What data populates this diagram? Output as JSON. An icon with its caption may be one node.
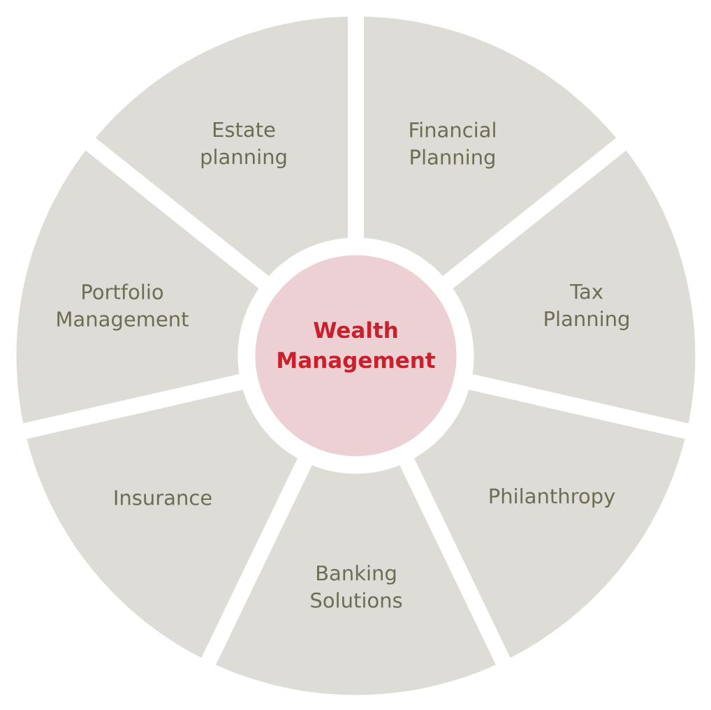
{
  "diagram": {
    "nodes": [
      {
        "text": [
          "Wealth Management"
        ]
      },
      {
        "text": [
          "Estate planning"
        ]
      },
      {
        "text": [
          "Financial Planning"
        ]
      },
      {
        "text": [
          "Tax Planning"
        ]
      },
      {
        "text": [
          "Philanthropy"
        ]
      },
      {
        "text": [
          "Banking Solutions"
        ]
      },
      {
        "text": [
          "Insurance"
        ]
      },
      {
        "text": [
          "Portfolio Management"
        ]
      }
    ]
  }
}
